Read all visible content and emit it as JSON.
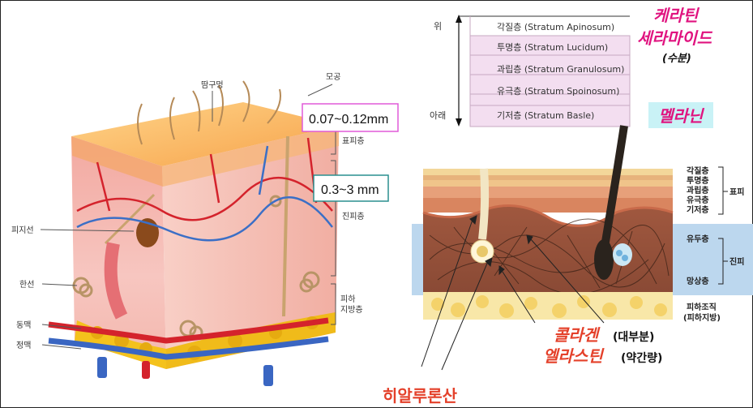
{
  "left_diagram": {
    "labels": {
      "hair_hole": "땀구멍",
      "pore": "모공",
      "sebaceous_gland": "피지선",
      "sweat_gland": "한선",
      "artery": "동맥",
      "vein": "정맥",
      "epidermis": "표피층",
      "dermis": "진피층",
      "subcutaneous": "피하\n지방층"
    },
    "epidermis_thickness": "0.07~0.12mm",
    "dermis_thickness": "0.3~3 mm"
  },
  "layer_table": {
    "top_label": "위",
    "bottom_label": "아래",
    "layers": [
      "각질층 (Stratum Apinosum)",
      "투명층 (Stratum Lucidum)",
      "과립층 (Stratum Granulosum)",
      "유극층 (Stratum Spoinosum)",
      "기저층 (Stratum Basle)"
    ]
  },
  "annotations": {
    "keratin": "케라틴",
    "ceramide": "세라마이드",
    "moisture": "(수분)",
    "melanin": "멜라닌",
    "collagen": "콜라겐",
    "collagen_note": "(대부분)",
    "elastin": "엘라스틴",
    "elastin_note": "(약간량)",
    "hyaluronic": "히알루론산"
  },
  "right_diagram": {
    "epidermis_layers": [
      "각질층",
      "투명층",
      "과립층",
      "유극층",
      "기저층"
    ],
    "epidermis_group": "표피",
    "dermis_layers": [
      "유두층",
      "망상층"
    ],
    "dermis_group": "진피",
    "subcutaneous": "피하조직",
    "subcutaneous_alt": "(피하지방)"
  },
  "colors": {
    "pink_accent": "#e0137f",
    "box_pink": "#e05ad8",
    "box_teal": "#2a8f8f",
    "layer_fill": "#f3def0",
    "dermis_blue": "#bcd7ee",
    "red_text": "#e4402a"
  }
}
